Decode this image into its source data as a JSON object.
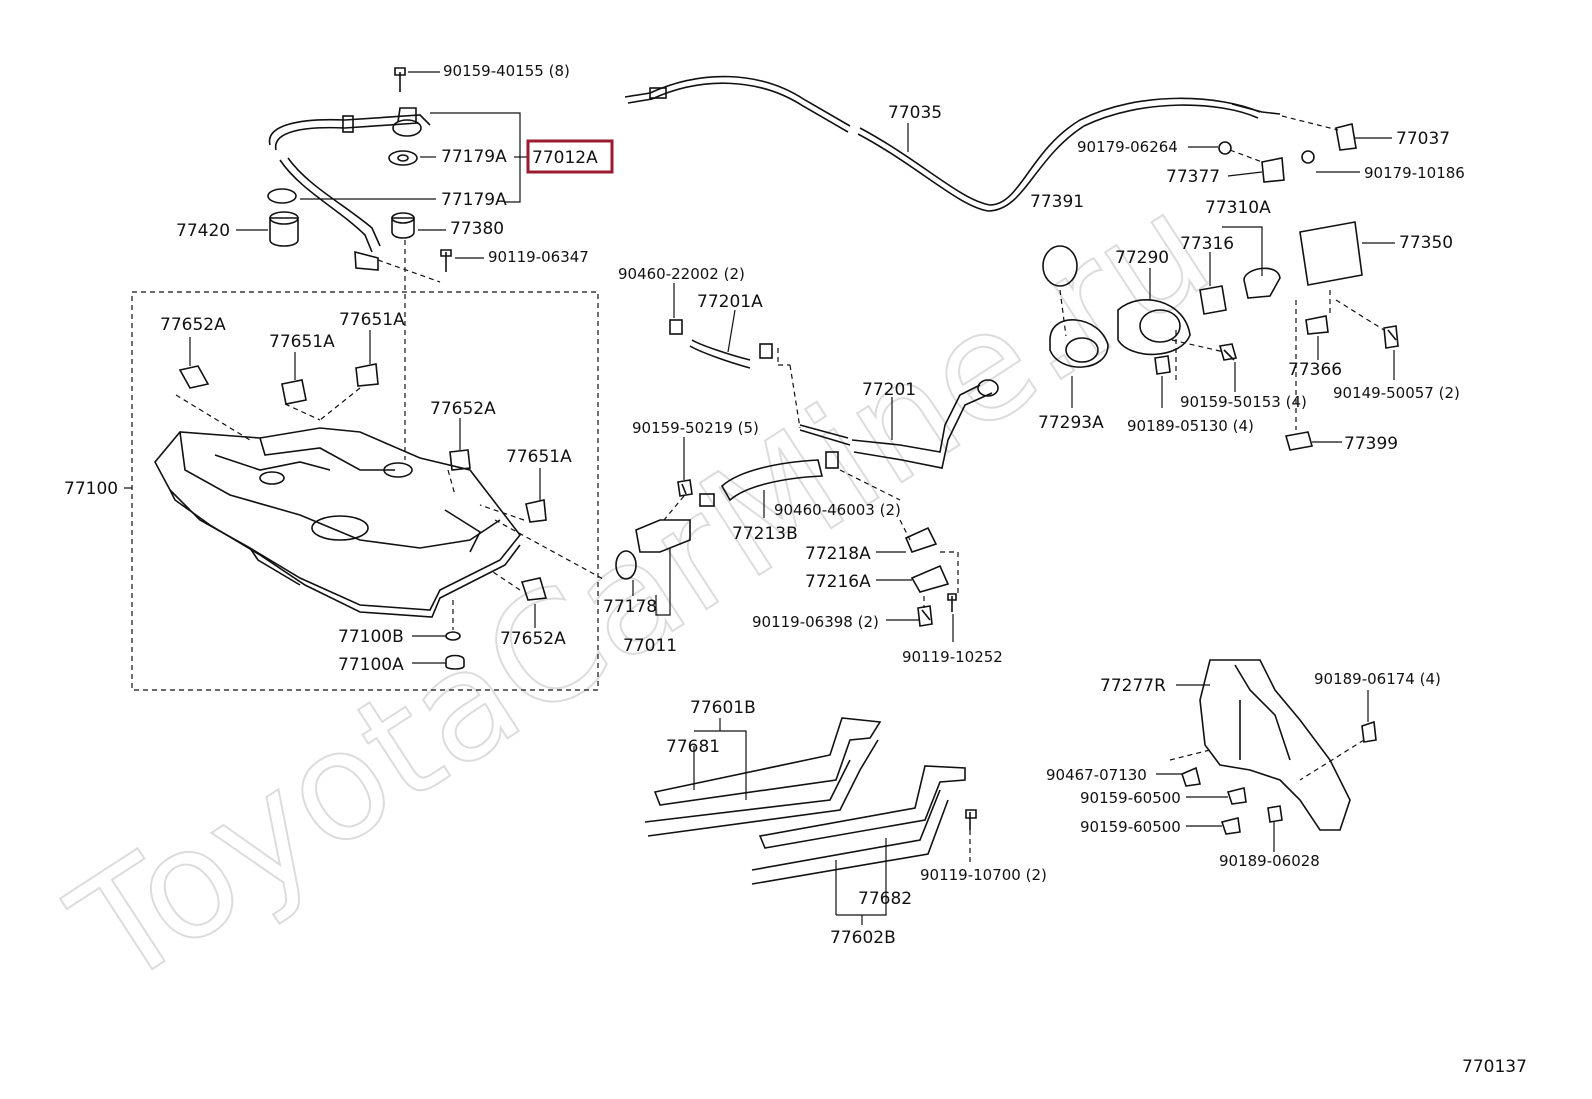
{
  "watermark": "ToyotaCarMine.ru",
  "highlighted_part": "77012A",
  "diagram_id": "770137",
  "labels": {
    "p90159_40155": "90159-40155 (8)",
    "p77035": "77035",
    "p77037": "77037",
    "p90179_06264": "90179-06264",
    "p90179_10186": "90179-10186",
    "p77377": "77377",
    "p77179a_1": "77179A",
    "p77012a": "77012A",
    "p77179a_2": "77179A",
    "p77420": "77420",
    "p77380": "77380",
    "p90119_06347": "90119-06347",
    "p77391": "77391",
    "p77310a": "77310A",
    "p77316": "77316",
    "p77290": "77290",
    "p77350": "77350",
    "p90460_22002": "90460-22002 (2)",
    "p77201a": "77201A",
    "p77652a_1": "77652A",
    "p77651a_1": "77651A",
    "p77651a_2": "77651A",
    "p77293a": "77293A",
    "p77366": "77366",
    "p90149_50057": "90149-50057 (2)",
    "p90159_50153": "90159-50153 (4)",
    "p90189_05130": "90189-05130 (4)",
    "p77399": "77399",
    "p77201": "77201",
    "p77652a_2": "77652A",
    "p90159_50219": "90159-50219 (5)",
    "p77651a_3": "77651A",
    "p77100": "77100",
    "p90460_46003": "90460-46003 (2)",
    "p77213b": "77213B",
    "p77218a": "77218A",
    "p77216a": "77216A",
    "p77178": "77178",
    "p90119_06398": "90119-06398 (2)",
    "p77011": "77011",
    "p90119_10252": "90119-10252",
    "p77100b": "77100B",
    "p77652a_3": "77652A",
    "p77100a": "77100A",
    "p77277r": "77277R",
    "p90189_06174": "90189-06174 (4)",
    "p77601b": "77601B",
    "p77681": "77681",
    "p90467_07130": "90467-07130",
    "p90159_60500_1": "90159-60500",
    "p90159_60500_2": "90159-60500",
    "p90189_06028": "90189-06028",
    "p90119_10700": "90119-10700 (2)",
    "p77682": "77682",
    "p77602b": "77602B"
  }
}
